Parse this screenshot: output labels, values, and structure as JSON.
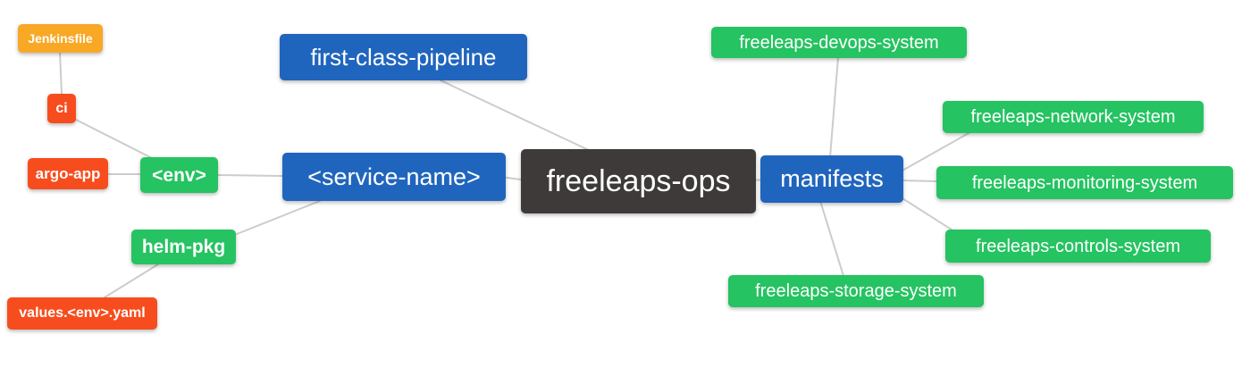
{
  "diagram": {
    "type": "mindmap",
    "root": "freeleaps_ops",
    "palette": {
      "blue": "#2065BD",
      "green": "#25C361",
      "orange": "#F9A825",
      "red": "#F74D1E",
      "dark": "#3E3A39",
      "text": "#ffffff",
      "edge": "#cccccc",
      "background": "#ffffff"
    },
    "nodes": {
      "freeleaps_ops": {
        "label": "freeleaps-ops",
        "color": "#3E3A39"
      },
      "first_class_pipeline": {
        "label": "first-class-pipeline",
        "color": "#2065BD"
      },
      "service_name": {
        "label": "<service-name>",
        "color": "#2065BD"
      },
      "manifests": {
        "label": "manifests",
        "color": "#2065BD"
      },
      "env": {
        "label": "<env>",
        "color": "#25C361"
      },
      "helm_pkg": {
        "label": "helm-pkg",
        "color": "#25C361"
      },
      "ci": {
        "label": "ci",
        "color": "#F74D1E"
      },
      "argo_app": {
        "label": "argo-app",
        "color": "#F74D1E"
      },
      "jenkinsfile": {
        "label": "Jenkinsfile",
        "color": "#F9A825"
      },
      "values_env_yaml": {
        "label": "values.<env>.yaml",
        "color": "#F74D1E"
      },
      "devops_system": {
        "label": "freeleaps-devops-system",
        "color": "#25C361"
      },
      "network_system": {
        "label": "freeleaps-network-system",
        "color": "#25C361"
      },
      "monitoring_system": {
        "label": "freeleaps-monitoring-system",
        "color": "#25C361"
      },
      "controls_system": {
        "label": "freeleaps-controls-system",
        "color": "#25C361"
      },
      "storage_system": {
        "label": "freeleaps-storage-system",
        "color": "#25C361"
      }
    },
    "edges": [
      {
        "from": "freeleaps_ops",
        "to": "first_class_pipeline"
      },
      {
        "from": "freeleaps_ops",
        "to": "service_name"
      },
      {
        "from": "freeleaps_ops",
        "to": "manifests"
      },
      {
        "from": "service_name",
        "to": "env"
      },
      {
        "from": "service_name",
        "to": "helm_pkg"
      },
      {
        "from": "env",
        "to": "ci"
      },
      {
        "from": "env",
        "to": "argo_app"
      },
      {
        "from": "ci",
        "to": "jenkinsfile"
      },
      {
        "from": "helm_pkg",
        "to": "values_env_yaml"
      },
      {
        "from": "manifests",
        "to": "devops_system"
      },
      {
        "from": "manifests",
        "to": "network_system"
      },
      {
        "from": "manifests",
        "to": "monitoring_system"
      },
      {
        "from": "manifests",
        "to": "controls_system"
      },
      {
        "from": "manifests",
        "to": "storage_system"
      }
    ]
  }
}
